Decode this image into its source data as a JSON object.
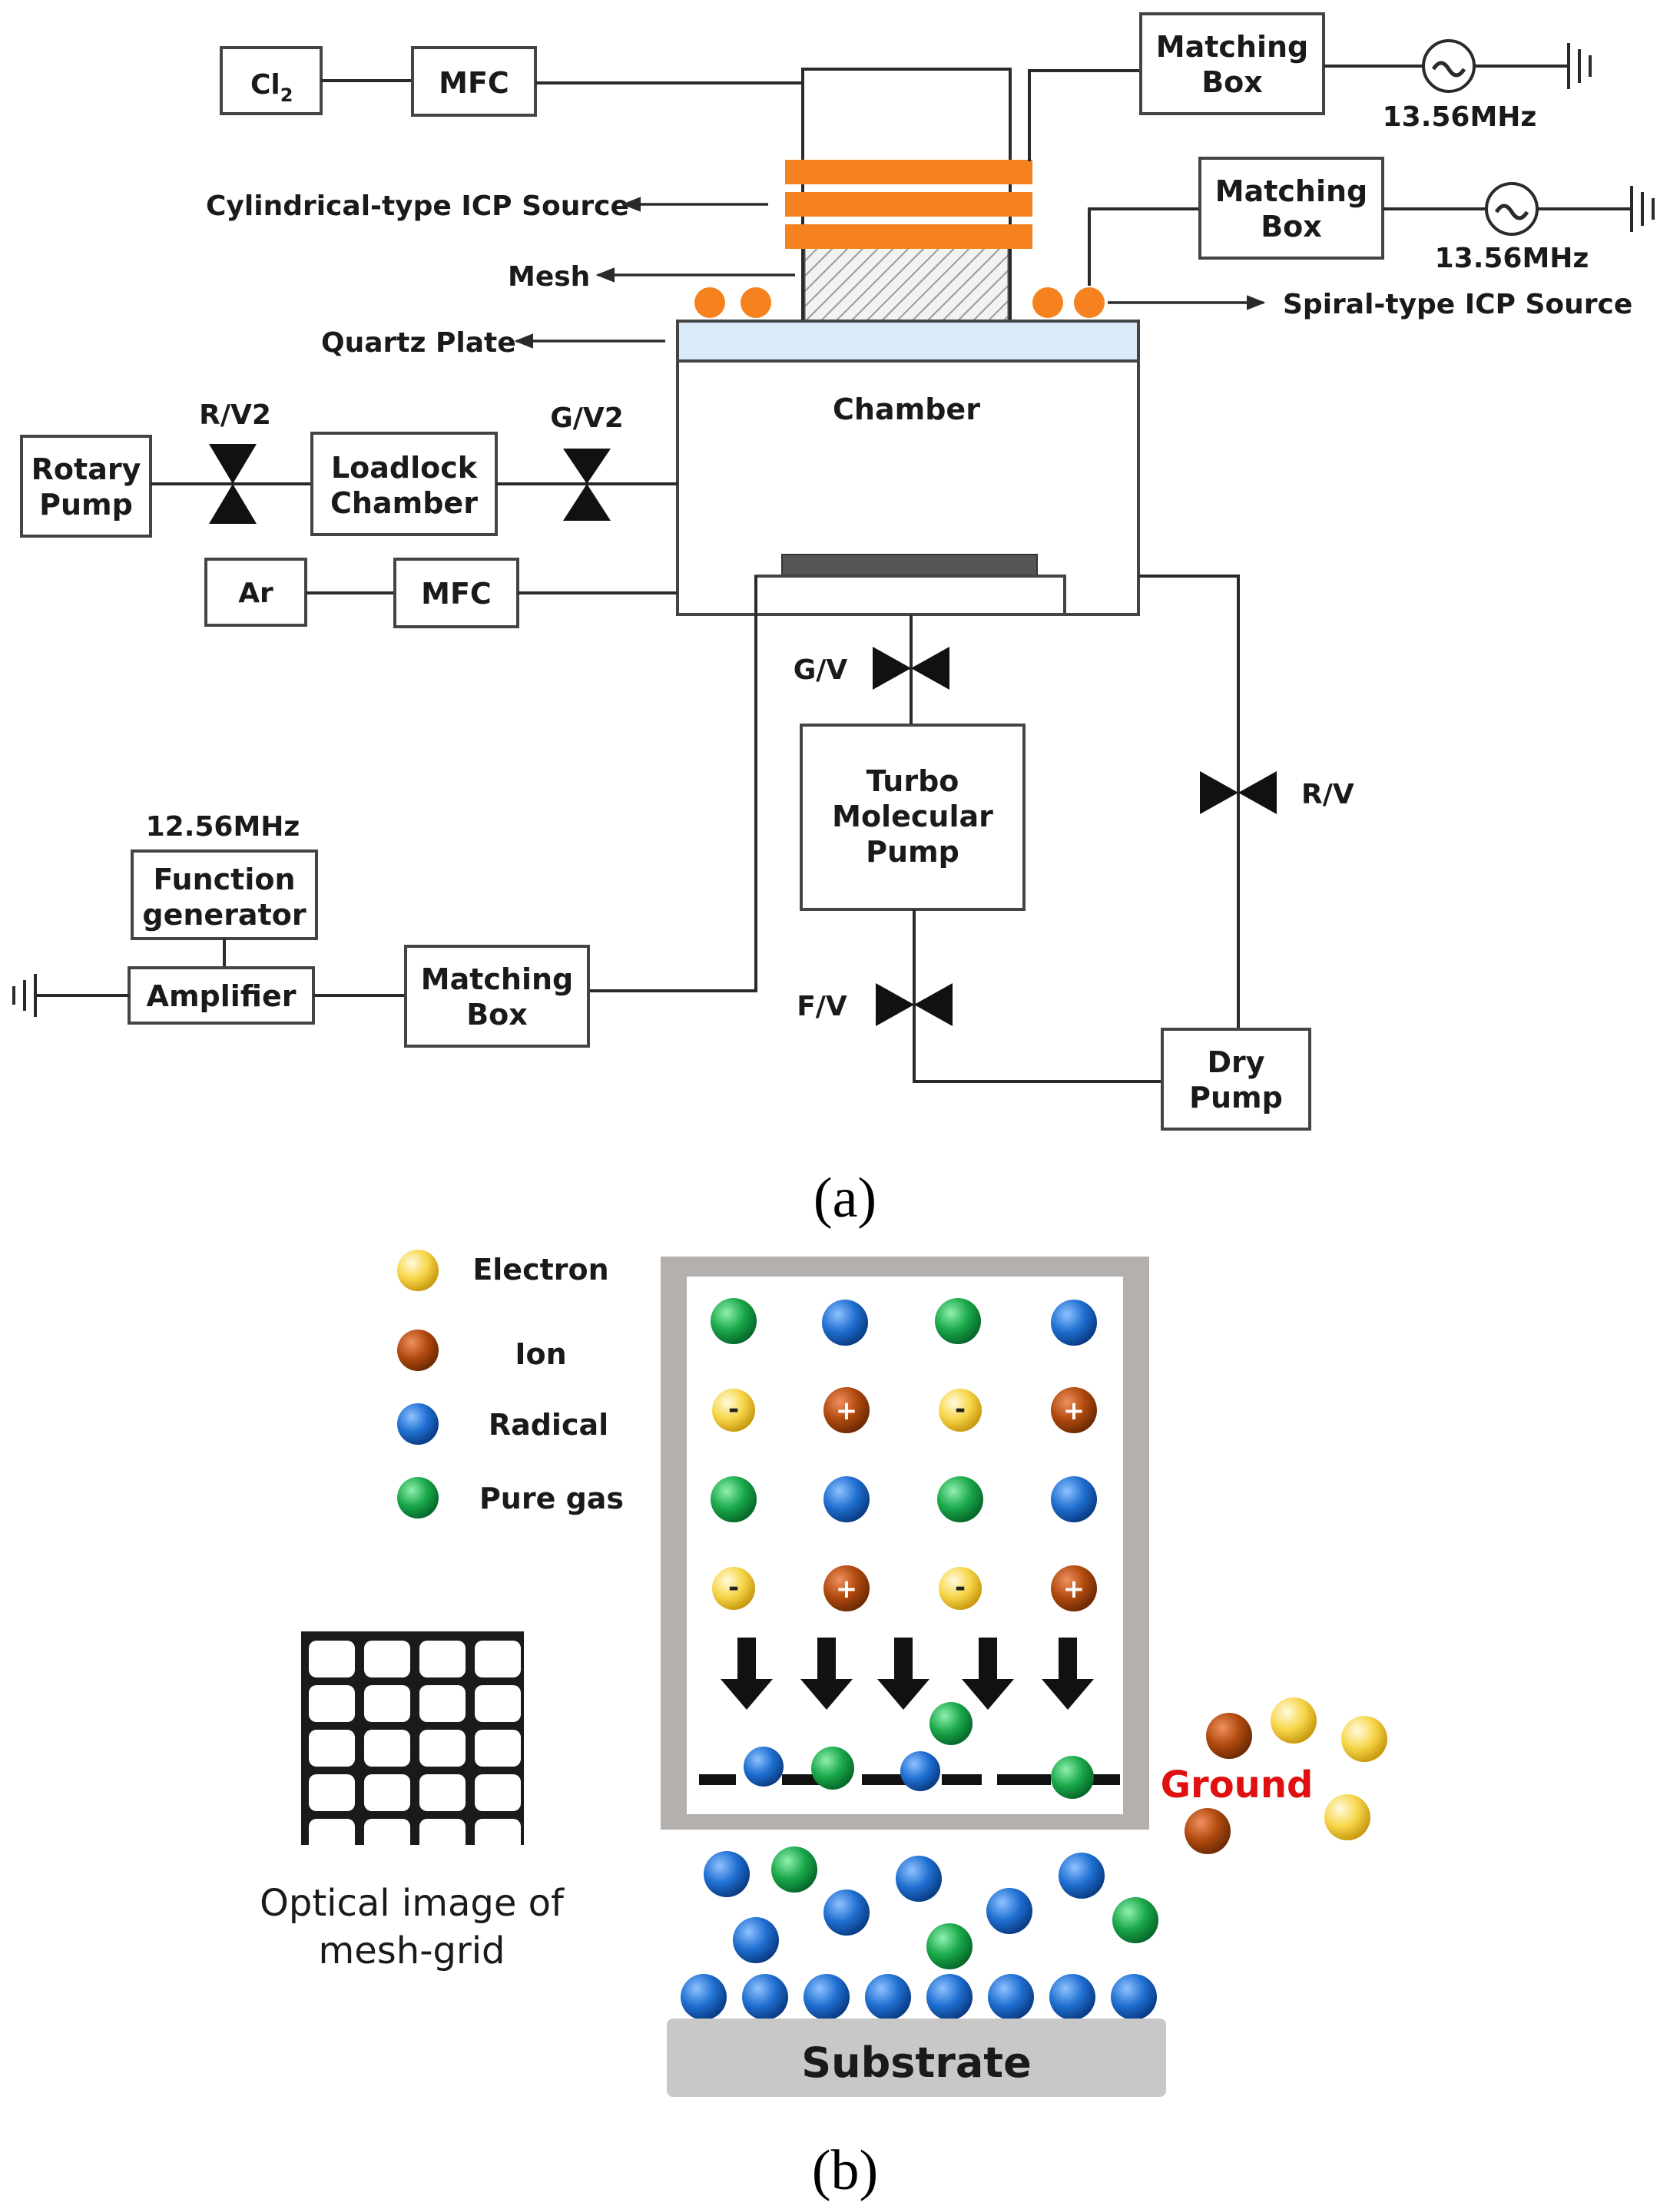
{
  "panel_a": {
    "caption": "(a)",
    "cl2": "Cl",
    "cl2_sub": "2",
    "mfc_top": "MFC",
    "mfc_ar": "MFC",
    "ar": "Ar",
    "matching_box_1": [
      "Matching",
      "Box"
    ],
    "matching_box_2": [
      "Matching",
      "Box"
    ],
    "matching_box_3": [
      "Matching",
      "Box"
    ],
    "freq_1": "13.56MHz",
    "freq_2": "13.56MHz",
    "freq_3": "12.56MHz",
    "cyl_icp": "Cylindrical-type ICP Source",
    "spiral_icp": "Spiral-type ICP Source",
    "mesh": "Mesh",
    "quartz": "Quartz Plate",
    "chamber": "Chamber",
    "rotary_pump": [
      "Rotary",
      "Pump"
    ],
    "loadlock": [
      "Loadlock",
      "Chamber"
    ],
    "rv2": "R/V2",
    "gv2": "G/V2",
    "gv": "G/V",
    "rv": "R/V",
    "fv": "F/V",
    "turbo": [
      "Turbo",
      "Molecular",
      "Pump"
    ],
    "dry_pump": [
      "Dry",
      "Pump"
    ],
    "function_generator": [
      "Function",
      "generator"
    ],
    "amplifier": "Amplifier"
  },
  "panel_b": {
    "caption": "(b)",
    "legend": [
      "Electron",
      "Ion",
      "Radical",
      "Pure gas"
    ],
    "mesh_caption": [
      "Optical image of",
      "mesh-grid"
    ],
    "ground": "Ground",
    "substrate": "Substrate",
    "electron_sign": "-",
    "ion_sign": "+"
  },
  "colors": {
    "icp_coil": "#f5821f",
    "electron": "#f7d64a",
    "ion": "#b04a0e",
    "radical": "#1f6fd1",
    "pure_gas": "#1aa84a",
    "ground": "#e01010",
    "quartz": "#dbeaf7",
    "frame": "#b3b0ae",
    "substrate": "#c8c8c8"
  }
}
